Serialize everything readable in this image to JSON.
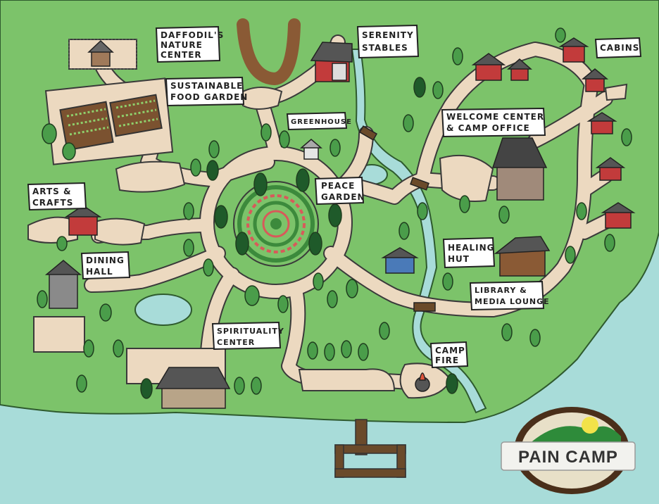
{
  "map": {
    "labels": {
      "nature_center": [
        "DAFFODIL'S",
        "NATURE",
        "CENTER"
      ],
      "food_garden": [
        "SUSTAINABLE",
        "FOOD GARDEN"
      ],
      "serenity_stables": [
        "SERENITY",
        "STABLES"
      ],
      "cabins": [
        "CABINS"
      ],
      "greenhouse": [
        "GREENHOUSE"
      ],
      "welcome_center": [
        "WELCOME CENTER",
        "& CAMP OFFICE"
      ],
      "arts_crafts": [
        "ARTS &",
        "CRAFTS"
      ],
      "peace_garden": [
        "PEACE",
        "GARDEN"
      ],
      "dining_hall": [
        "DINING",
        "HALL"
      ],
      "healing_hut": [
        "HEALING",
        "HUT"
      ],
      "library": [
        "LIBRARY &",
        "MEDIA LOUNGE"
      ],
      "spirituality_center": [
        "SPIRITUALITY",
        "CENTER"
      ],
      "camp_fire": [
        "CAMP",
        "FIRE"
      ]
    },
    "logo": "PAIN CAMP",
    "colors": {
      "grass": "#7cc36a",
      "water": "#a8dcd9",
      "path": "#ecd9c0",
      "building_red": "#c23b3b",
      "roof": "#555555"
    }
  }
}
